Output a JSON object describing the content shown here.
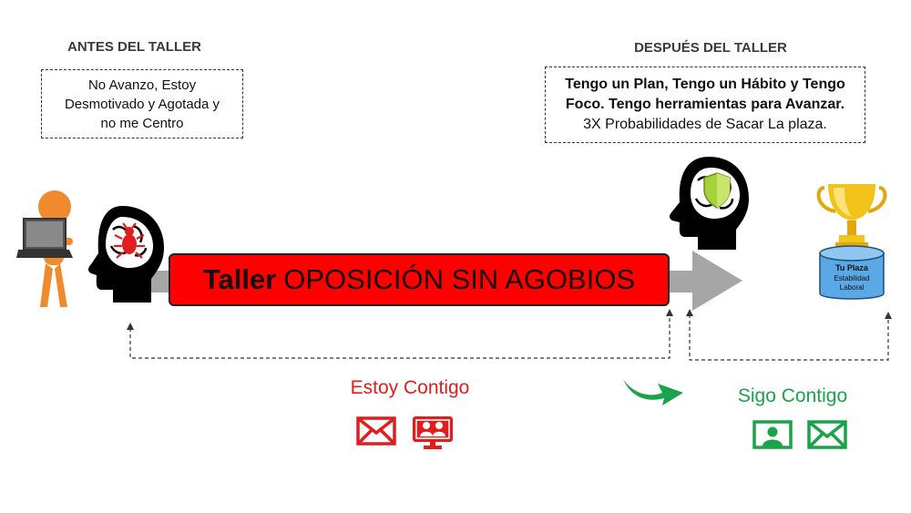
{
  "before": {
    "heading": "ANTES DEL TALLER",
    "lines": [
      "No Avanzo, Estoy",
      "Desmotivado y Agotada y",
      "no me Centro"
    ]
  },
  "after": {
    "heading": "DESPUÉS DEL TALLER",
    "bold_lines": [
      "Tengo un Plan, Tengo un Hábito y Tengo",
      "Foco. Tengo herramientas para Avanzar."
    ],
    "line": "3X Probabilidades de Sacar La plaza."
  },
  "banner": {
    "strong": "Taller",
    "rest": "OPOSICIÓN SIN AGOBIOS"
  },
  "goal": {
    "line1": "Tu Plaza",
    "line2": "Estabilidad",
    "line3": "Laboral"
  },
  "support_before": {
    "label": "Estoy Contigo",
    "icons": [
      "mail-icon",
      "video-meeting-icon"
    ]
  },
  "support_after": {
    "label": "Sigo Contigo",
    "icons": [
      "user-profile-icon",
      "mail-icon"
    ]
  },
  "colors": {
    "red": "#ff0000",
    "green": "#1aa34a",
    "gray_arrow": "#a6a6a6",
    "gold": "#f2c31a",
    "cylinder": "#5aa9e6"
  },
  "figures": [
    "person-laptop-icon",
    "head-bug-icon",
    "head-shield-icon",
    "trophy-icon"
  ]
}
